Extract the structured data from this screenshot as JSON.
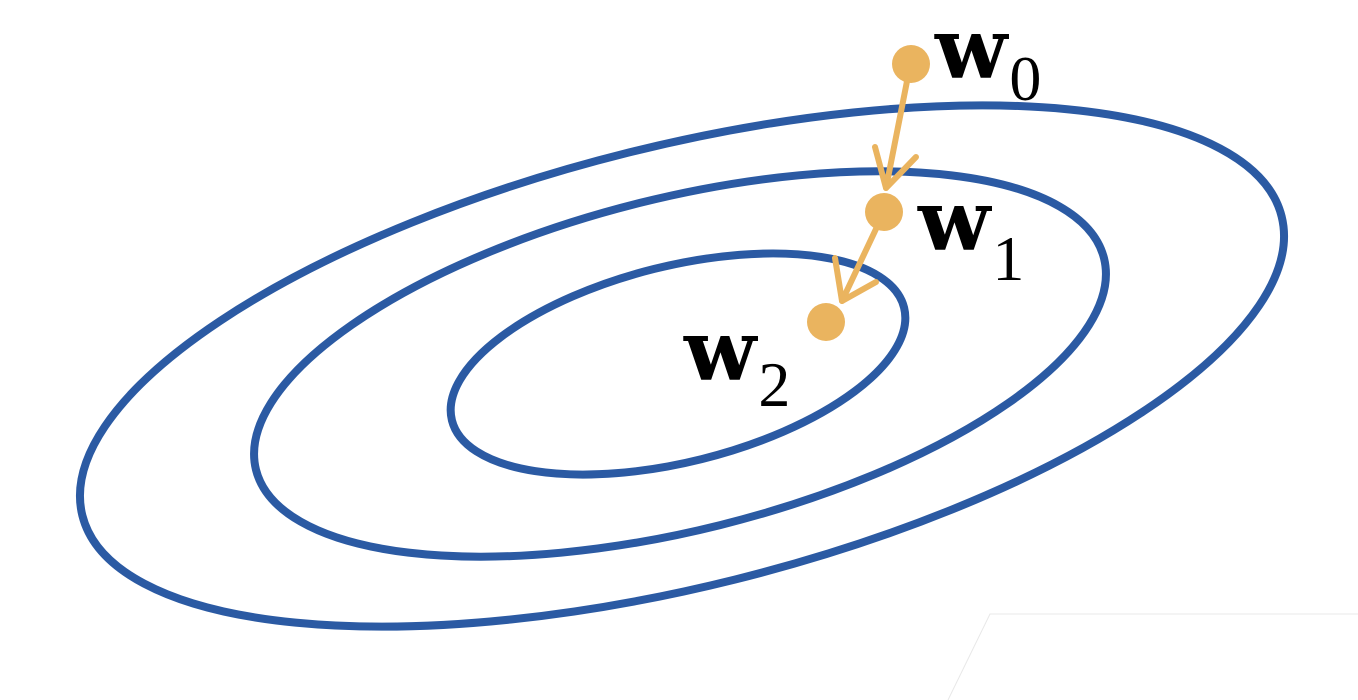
{
  "colors": {
    "contour": "#2b5aa3",
    "path": "#eab45f",
    "label": "#000000",
    "corner": "#e8e8e8"
  },
  "contours": [
    {
      "name": "outer-contour"
    },
    {
      "name": "middle-contour"
    },
    {
      "name": "inner-contour"
    }
  ],
  "iterates": [
    {
      "symbol": "w",
      "subscript": "0"
    },
    {
      "symbol": "w",
      "subscript": "1"
    },
    {
      "symbol": "w",
      "subscript": "2"
    }
  ]
}
